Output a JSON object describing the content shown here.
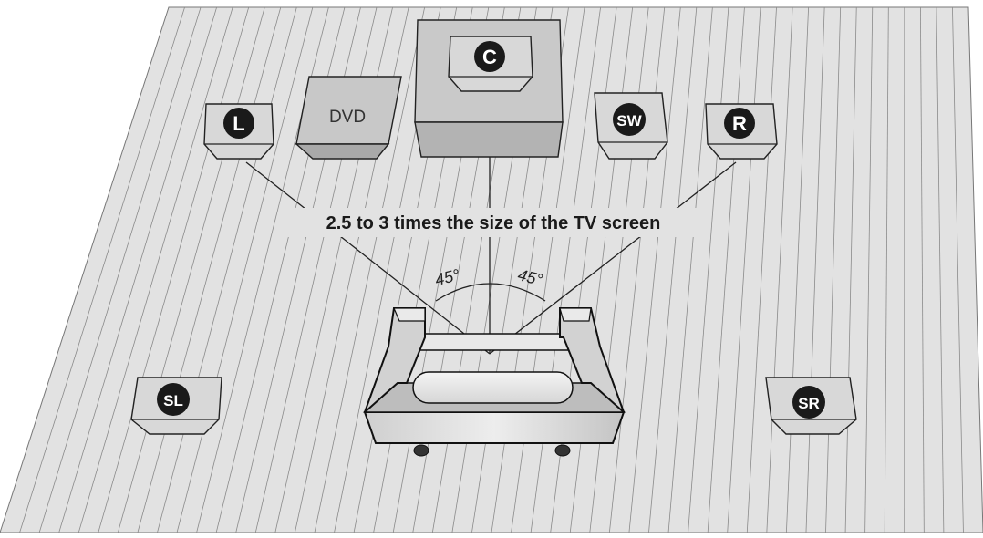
{
  "caption": "2.5 to 3 times the size of the TV screen",
  "dvd_label": "DVD",
  "angles": {
    "left": "45°",
    "right": "45°"
  },
  "speakers": {
    "center": "C",
    "front_left": "L",
    "front_right": "R",
    "subwoofer": "SW",
    "surround_left": "SL",
    "surround_right": "SR"
  },
  "colors": {
    "floor_fill": "#e2e2e2",
    "plank_line": "#8a8a8a",
    "outline": "#222222",
    "badge": "#1a1a1a",
    "badge_text": "#ffffff"
  }
}
